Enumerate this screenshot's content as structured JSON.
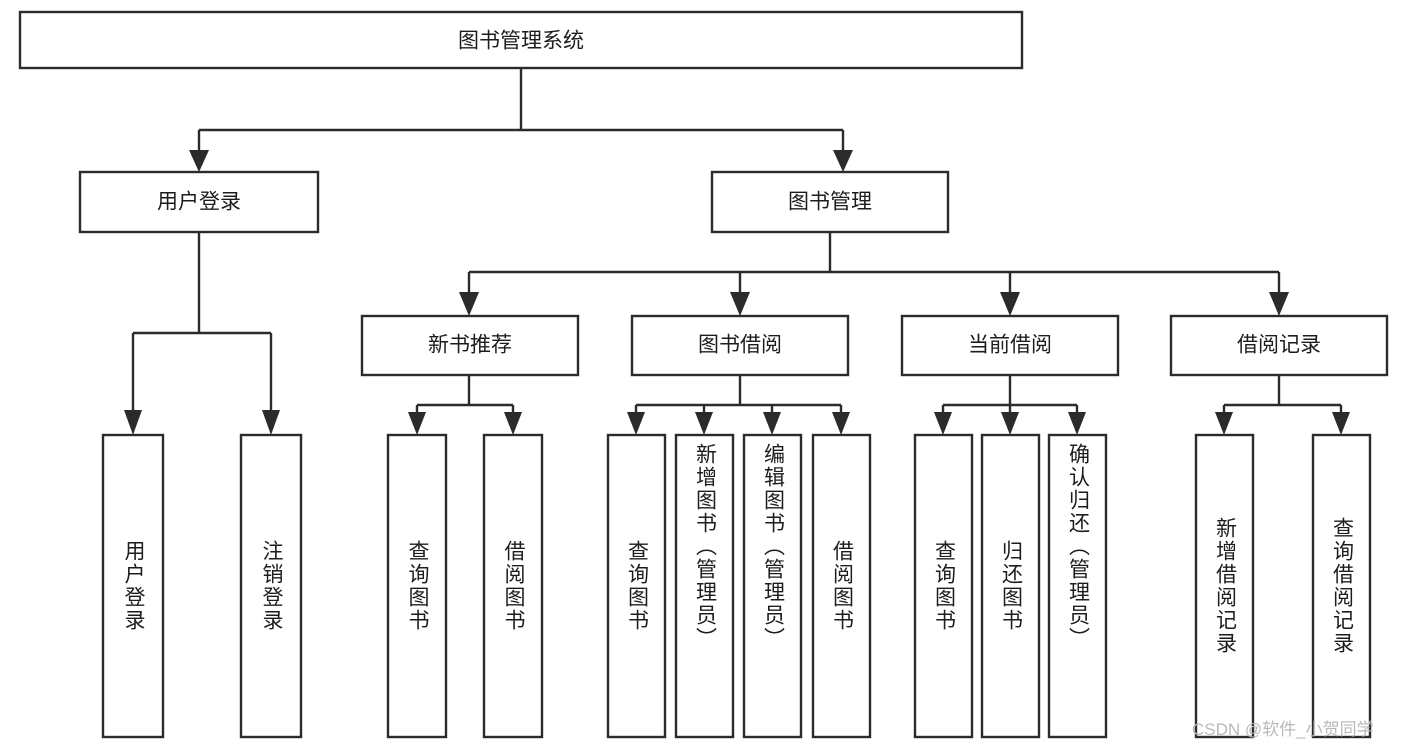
{
  "diagram": {
    "type": "hierarchy-tree",
    "title": "图书管理系统",
    "watermark": "CSDN @软件_小贺同学",
    "colors": {
      "stroke": "#2b2b2b",
      "fill": "#ffffff",
      "text": "#1d1d1d",
      "watermark": "#b9b9b9",
      "background": "#ffffff"
    },
    "levels": {
      "root": "图书管理系统",
      "level2": [
        "用户登录",
        "图书管理"
      ],
      "level3": [
        "新书推荐",
        "图书借阅",
        "当前借阅",
        "借阅记录"
      ]
    },
    "nodes": {
      "root": {
        "label": "图书管理系统"
      },
      "user_login": {
        "label": "用户登录"
      },
      "book_manage": {
        "label": "图书管理"
      },
      "new_book_rec": {
        "label": "新书推荐"
      },
      "book_borrow": {
        "label": "图书借阅"
      },
      "current_borrow": {
        "label": "当前借阅"
      },
      "borrow_record": {
        "label": "借阅记录"
      }
    },
    "leaves": {
      "user_login_children": [
        {
          "label": "用户登录"
        },
        {
          "label": "注销登录"
        }
      ],
      "new_book_rec_children": [
        {
          "label": "查询图书"
        },
        {
          "label": "借阅图书"
        }
      ],
      "book_borrow_children": [
        {
          "label": "查询图书"
        },
        {
          "label": "新增图书（管理员）"
        },
        {
          "label": "编辑图书（管理员）"
        },
        {
          "label": "借阅图书"
        }
      ],
      "current_borrow_children": [
        {
          "label": "查询图书"
        },
        {
          "label": "归还图书"
        },
        {
          "label": "确认归还（管理员）"
        }
      ],
      "borrow_record_children": [
        {
          "label": "新增借阅记录"
        },
        {
          "label": "查询借阅记录"
        }
      ]
    }
  }
}
